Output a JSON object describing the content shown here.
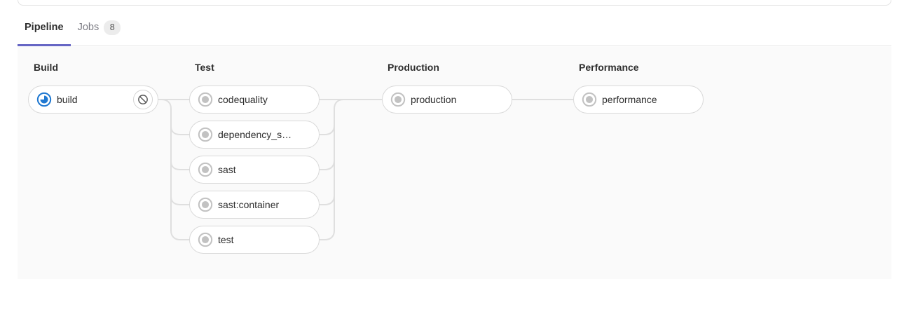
{
  "tabs": [
    {
      "label": "Pipeline",
      "active": true
    },
    {
      "label": "Jobs",
      "badge": "8",
      "active": false
    }
  ],
  "stages": [
    {
      "name": "Build",
      "jobs": [
        {
          "label": "build",
          "status": "running",
          "action": "cancel"
        }
      ]
    },
    {
      "name": "Test",
      "jobs": [
        {
          "label": "codequality",
          "status": "created"
        },
        {
          "label": "dependency_s…",
          "status": "created"
        },
        {
          "label": "sast",
          "status": "created"
        },
        {
          "label": "sast:container",
          "status": "created"
        },
        {
          "label": "test",
          "status": "created"
        }
      ]
    },
    {
      "name": "Production",
      "jobs": [
        {
          "label": "production",
          "status": "created"
        }
      ]
    },
    {
      "name": "Performance",
      "jobs": [
        {
          "label": "performance",
          "status": "created"
        }
      ]
    }
  ],
  "colors": {
    "running_blue": "#1f78d1",
    "created_gray": "#c2c2c2",
    "connector_gray": "#dfdfdf",
    "active_tab_underline": "#6666c4",
    "panel_background": "#fafafa"
  }
}
